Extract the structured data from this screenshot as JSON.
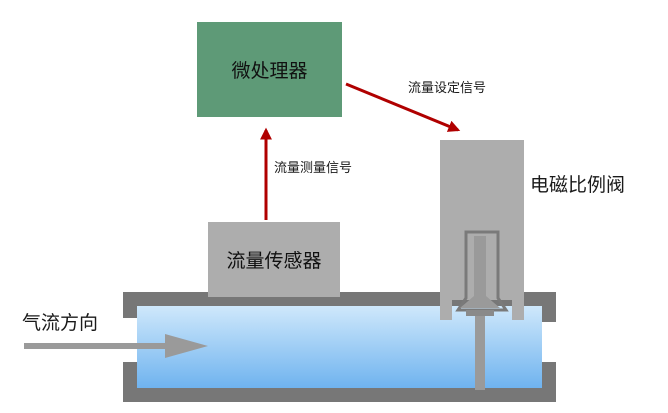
{
  "diagram": {
    "microprocessor": {
      "label": "微处理器",
      "color": "#5e9a77"
    },
    "flow_sensor": {
      "label": "流量传感器",
      "color": "#adadad"
    },
    "valve": {
      "label": "电磁比例阀",
      "color": "#adadad"
    },
    "airflow": {
      "label": "气流方向"
    },
    "signals": {
      "measurement": "流量测量信号",
      "setpoint": "流量设定信号"
    },
    "colors": {
      "arrow_red": "#b00000",
      "pipe_wall": "#777777",
      "pipe_fill_top": "#cfe8fb",
      "pipe_fill_bottom": "#6fb3ef",
      "inlet_arrow": "#9a9a9a"
    }
  }
}
